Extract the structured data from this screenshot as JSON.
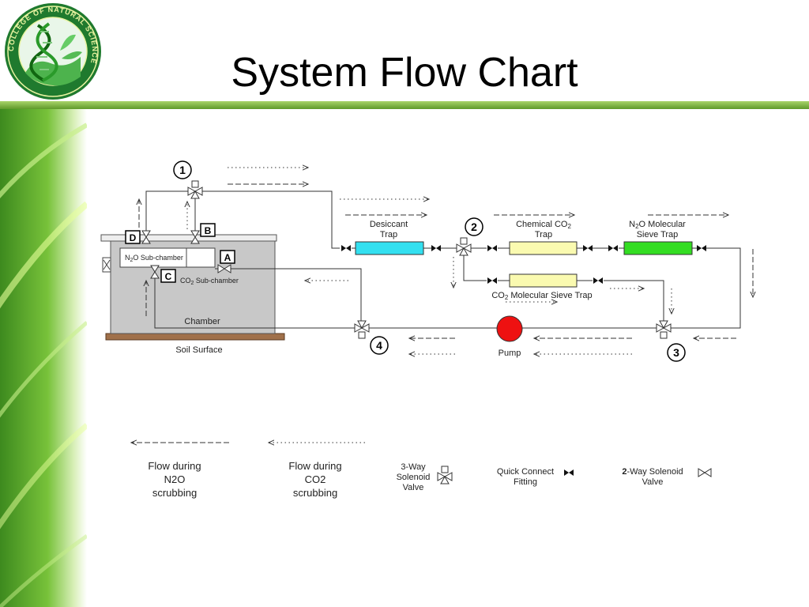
{
  "slide": {
    "title": "System Flow Chart"
  },
  "logo": {
    "ring_text": "COLLEGE OF NATURAL SCIENCE"
  },
  "diagram": {
    "components": {
      "desiccant_trap": {
        "line1": "Desiccant",
        "line2": "Trap",
        "color": "#33e0f0"
      },
      "chemical_co2_trap": {
        "line1": "Chemical CO",
        "line1_sub": "2",
        "line2": "Trap",
        "color": "#fafab0"
      },
      "n2o_sieve_trap": {
        "line1_pre": "N",
        "line1_sub": "2",
        "line1_post": "O Molecular",
        "line2": "Sieve Trap",
        "color": "#33dd22"
      },
      "co2_sieve_trap": {
        "pre": "CO",
        "sub": "2",
        "post": " Molecular Sieve Trap",
        "color": "#fafab0"
      },
      "pump": {
        "label": "Pump",
        "color": "#ee1111"
      },
      "chamber": {
        "label": "Chamber"
      },
      "soil_surface": {
        "label": "Soil Surface"
      },
      "n2o_subchamber": {
        "pre": "N",
        "sub": "2",
        "post": "O Sub-chamber"
      },
      "co2_subchamber": {
        "pre": "CO",
        "sub": "2",
        "post": " Sub-chamber"
      }
    },
    "valves": [
      "1",
      "2",
      "3",
      "4"
    ],
    "subchamber_valves": [
      "A",
      "B",
      "C",
      "D"
    ],
    "legend": {
      "n2o_flow": {
        "line1": "Flow during",
        "line2": "N2O",
        "line3": "scrubbing"
      },
      "co2_flow": {
        "line1": "Flow during",
        "line2": "CO2",
        "line3": "scrubbing"
      },
      "three_way": {
        "line1": "3-Way",
        "line2": "Solenoid",
        "line3": "Valve"
      },
      "quick_connect": {
        "line1": "Quick Connect",
        "line2": "Fitting"
      },
      "two_way": {
        "bold": "2",
        "rest": "-Way Solenoid",
        "line2": "Valve"
      }
    }
  }
}
